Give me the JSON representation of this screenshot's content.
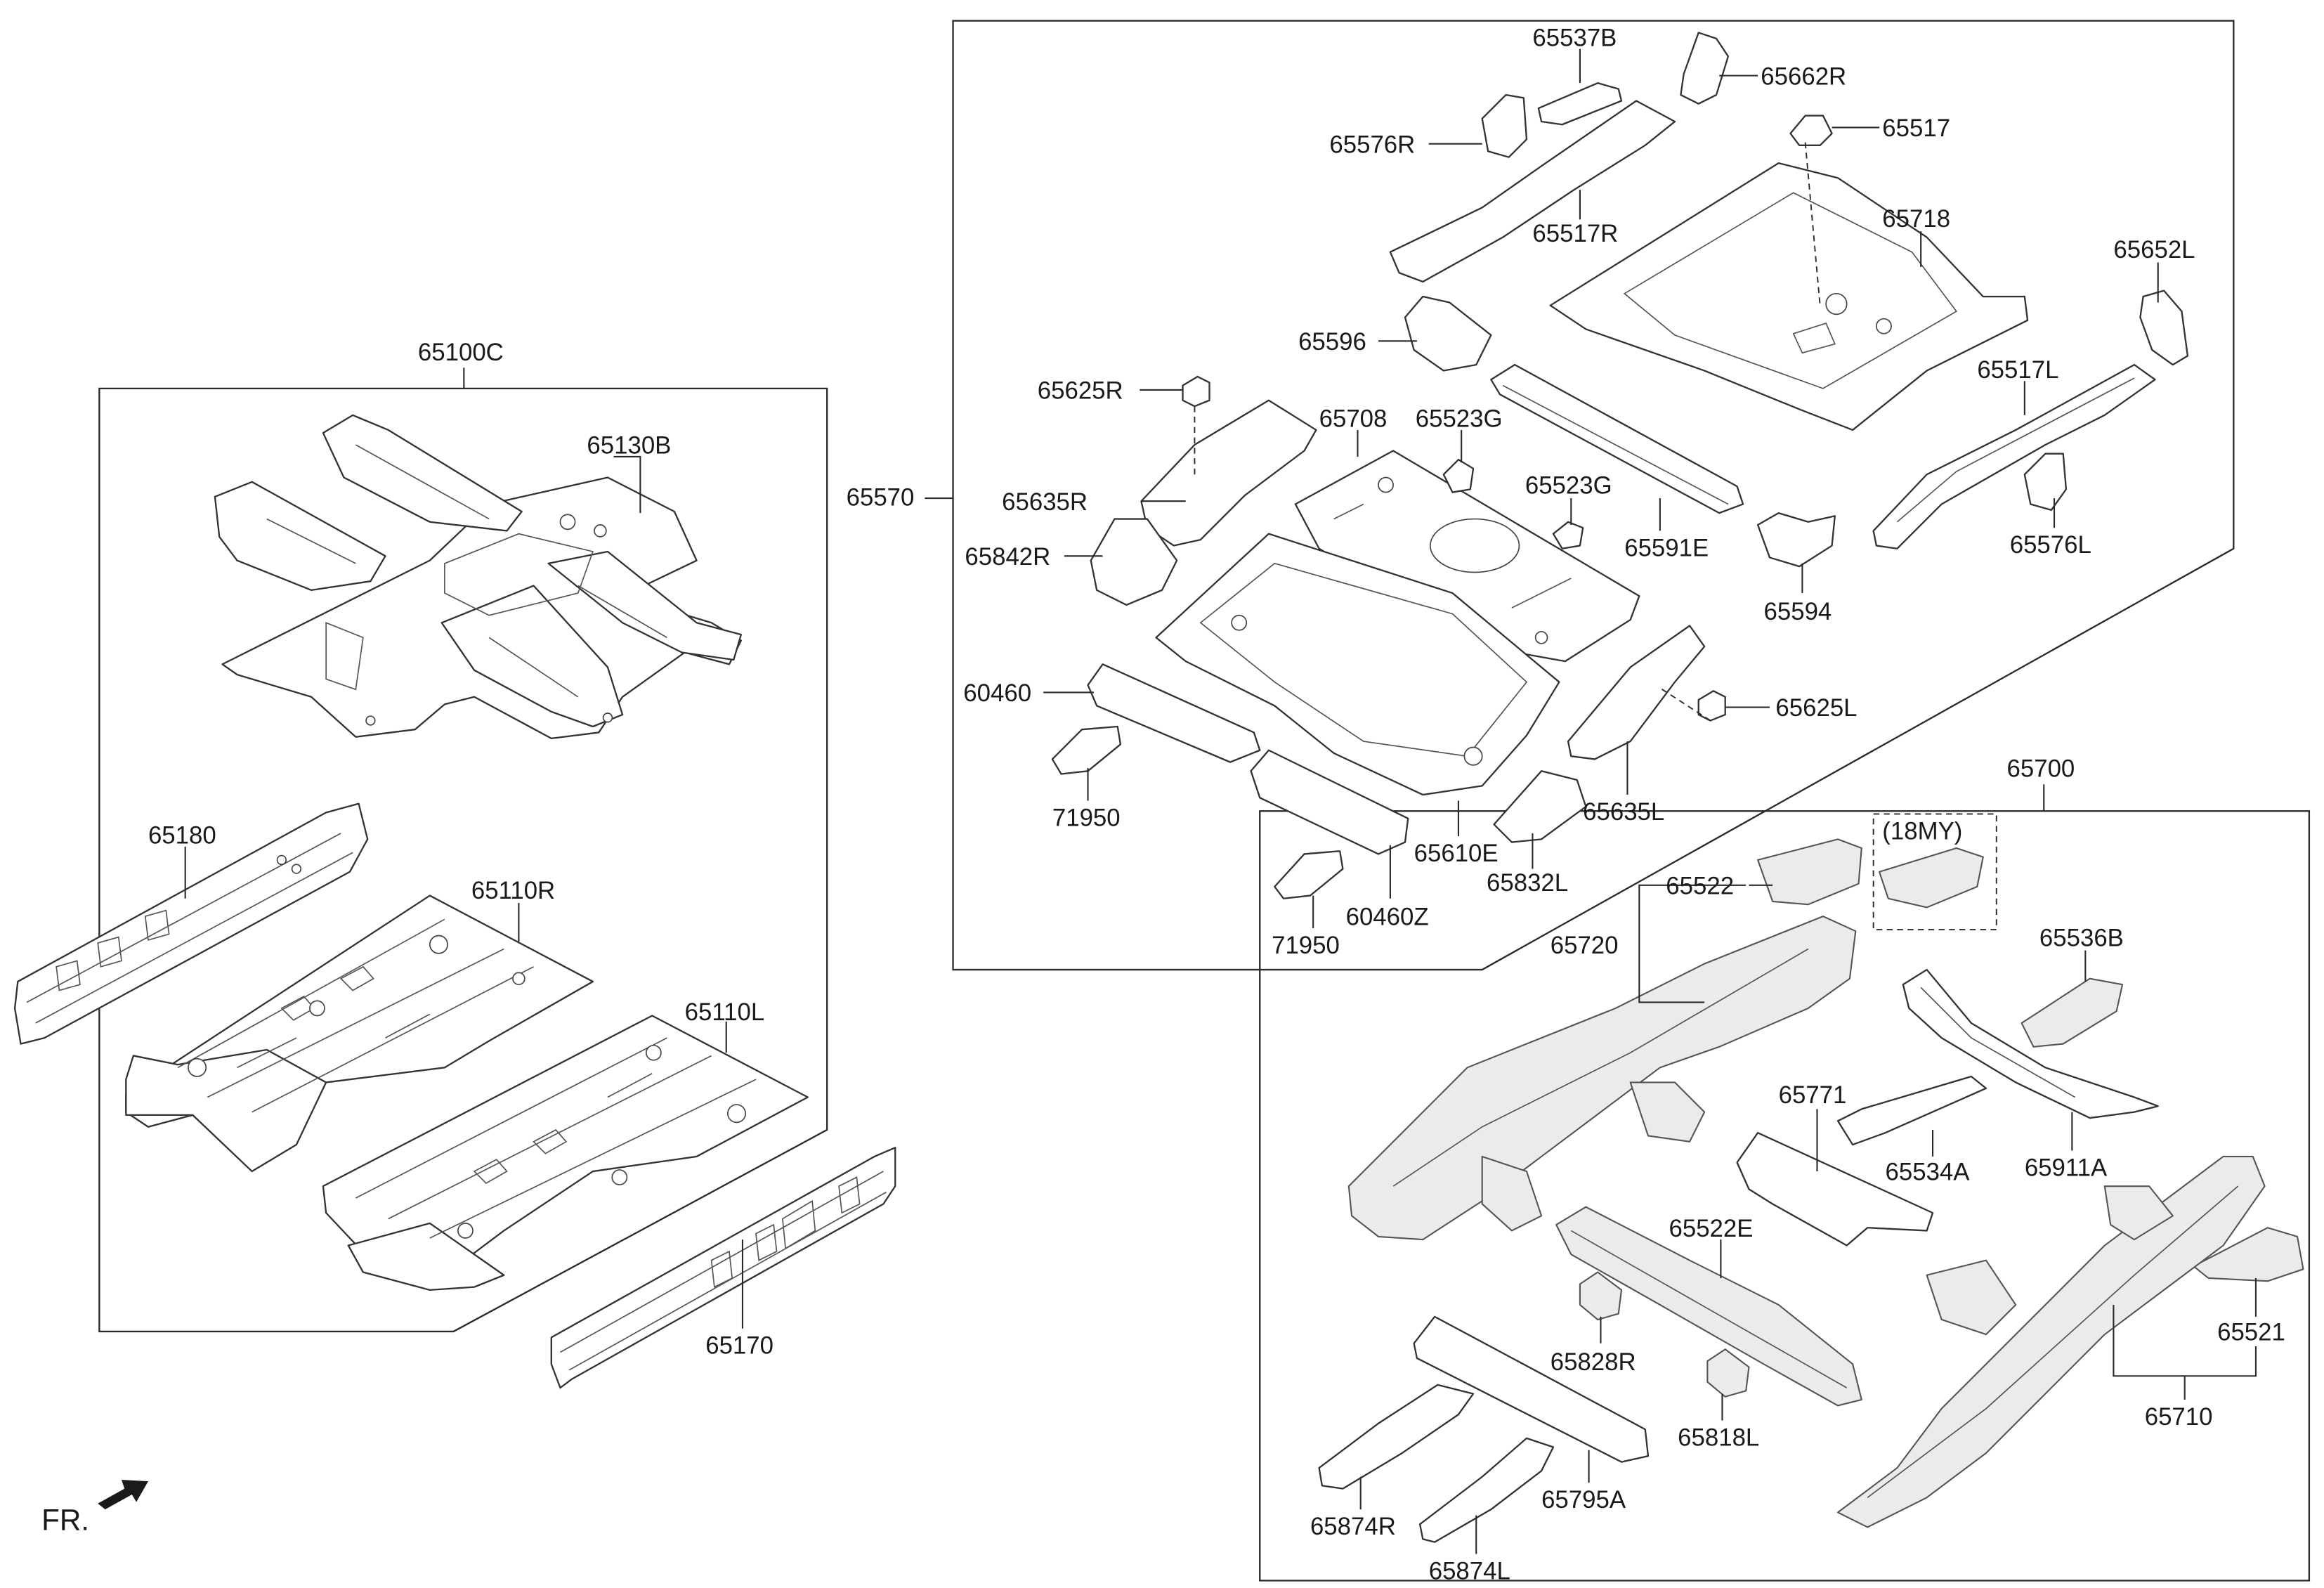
{
  "groups": {
    "front_floor_assembly": "65100C",
    "rear_floor_assembly": "65570",
    "rear_member_assembly": "65700"
  },
  "front_floor_parts": {
    "p65130B": "65130B",
    "p65180": "65180",
    "p65110R": "65110R",
    "p65110L": "65110L",
    "p65170": "65170"
  },
  "rear_floor_parts": {
    "p65537B": "65537B",
    "p65662R": "65662R",
    "p65576R": "65576R",
    "p65517": "65517",
    "p65517R": "65517R",
    "p65718": "65718",
    "p65652L": "65652L",
    "p65596": "65596",
    "p65625R": "65625R",
    "p65708": "65708",
    "p65523G_a": "65523G",
    "p65517L": "65517L",
    "p65635R": "65635R",
    "p65523G_b": "65523G",
    "p65842R": "65842R",
    "p65591E": "65591E",
    "p65576L": "65576L",
    "p65594": "65594",
    "p60460": "60460",
    "p65625L": "65625L",
    "p71950_a": "71950",
    "p65635L": "65635L",
    "p65610E": "65610E",
    "p65832L": "65832L",
    "p71950_b": "71950",
    "p60460Z": "60460Z"
  },
  "rear_member_parts": {
    "p65522": "65522",
    "variant_note": "(18MY)",
    "p65720": "65720",
    "p65536B": "65536B",
    "p65771": "65771",
    "p65534A": "65534A",
    "p65911A": "65911A",
    "p65522E": "65522E",
    "p65521": "65521",
    "p65828R": "65828R",
    "p65818L": "65818L",
    "p65710": "65710",
    "p65874R": "65874R",
    "p65795A": "65795A",
    "p65874L": "65874L"
  },
  "orientation": {
    "front_label": "FR.",
    "arrow_icon": "front-direction-arrow-icon"
  }
}
